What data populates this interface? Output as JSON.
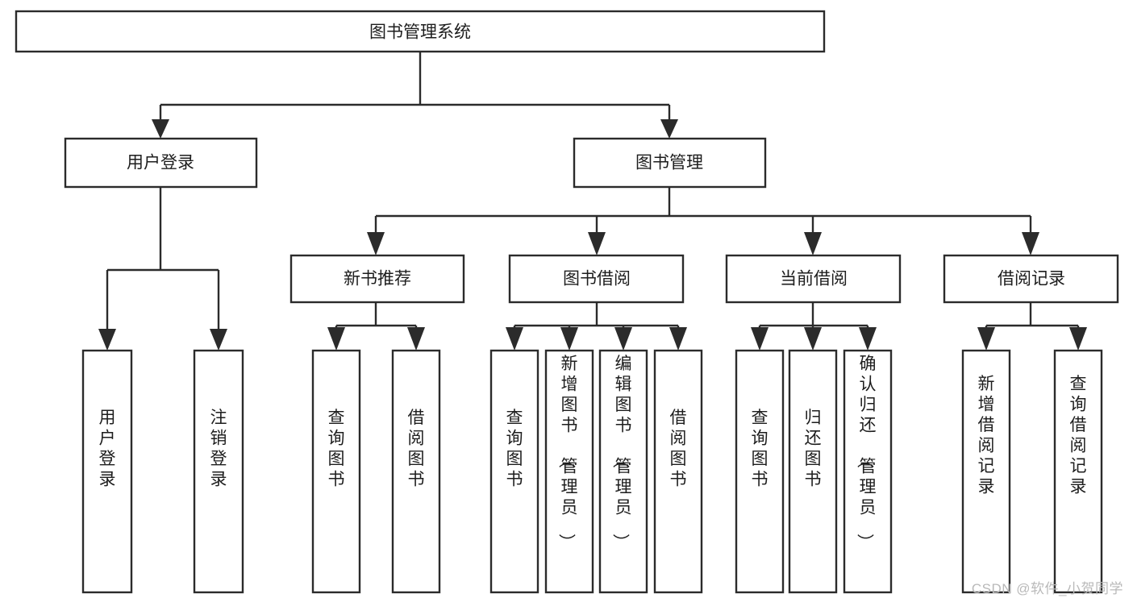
{
  "diagram": {
    "type": "tree-hierarchy-diagram",
    "title": "图书管理系统",
    "background_color": "#ffffff",
    "line_color": "#2b2b2b",
    "box_fill": "#ffffff",
    "text_color": "#1d1d1d",
    "root": {
      "label": "图书管理系统",
      "orientation": "horizontal"
    },
    "level2": [
      {
        "label": "用户登录",
        "orientation": "horizontal"
      },
      {
        "label": "图书管理",
        "orientation": "horizontal"
      }
    ],
    "level3": [
      {
        "label": "新书推荐",
        "orientation": "horizontal"
      },
      {
        "label": "图书借阅",
        "orientation": "horizontal"
      },
      {
        "label": "当前借阅",
        "orientation": "horizontal"
      },
      {
        "label": "借阅记录",
        "orientation": "horizontal"
      }
    ],
    "leaves": {
      "user_login": [
        {
          "label": "用户登录",
          "orientation": "vertical"
        },
        {
          "label": "注销登录",
          "orientation": "vertical"
        }
      ],
      "new_book_recommend": [
        {
          "label": "查询图书",
          "orientation": "vertical"
        },
        {
          "label": "借阅图书",
          "orientation": "vertical"
        }
      ],
      "book_borrow": [
        {
          "label": "查询图书",
          "orientation": "vertical"
        },
        {
          "label": "新增图书（管理员）",
          "orientation": "vertical"
        },
        {
          "label": "编辑图书（管理员）",
          "orientation": "vertical"
        },
        {
          "label": "借阅图书",
          "orientation": "vertical"
        }
      ],
      "current_borrow": [
        {
          "label": "查询图书",
          "orientation": "vertical"
        },
        {
          "label": "归还图书",
          "orientation": "vertical"
        },
        {
          "label": "确认归还（管理员）",
          "orientation": "vertical"
        }
      ],
      "borrow_record": [
        {
          "label": "新增借阅记录",
          "orientation": "vertical"
        },
        {
          "label": "查询借阅记录",
          "orientation": "vertical"
        }
      ]
    }
  },
  "watermark": {
    "text": "CSDN @软件_小贺同学"
  }
}
